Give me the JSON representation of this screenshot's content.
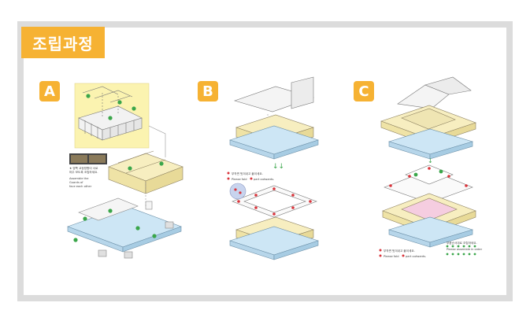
{
  "header": {
    "title": "조립과정"
  },
  "steps": [
    {
      "label": "A"
    },
    {
      "label": "B"
    },
    {
      "label": "C"
    }
  ],
  "notes": {
    "a_kr_line1": "★ 양쪽 교정방향이 서로",
    "a_kr_line2": "마주 보도록 조립하세요.",
    "a_en_line1": "Assemble the",
    "a_en_line2": "Guards of",
    "a_en_line3": "face each other",
    "b_kr": "부착면 벗겨내고 붙이세요.",
    "b_en_a": "Please fold",
    "b_en_b": "part outwards.",
    "c_kr": "부착면 벗겨내고 붙이세요.",
    "c_en_a": "Please fold",
    "c_en_b": "part outwards.",
    "c_order_kr": "부품순서대로 조립하세요.",
    "c_order_en": "Please assemble in order"
  },
  "colors": {
    "accent": "#f6b233",
    "frame": "#dcdcdc",
    "base_blue": "#cde6f5",
    "wall_cream": "#f7eec0",
    "highlight_yellow": "#fbf3b0",
    "roof_pink": "#f5cde0",
    "marker_green": "#3aa64a",
    "marker_red": "#d9343b"
  }
}
